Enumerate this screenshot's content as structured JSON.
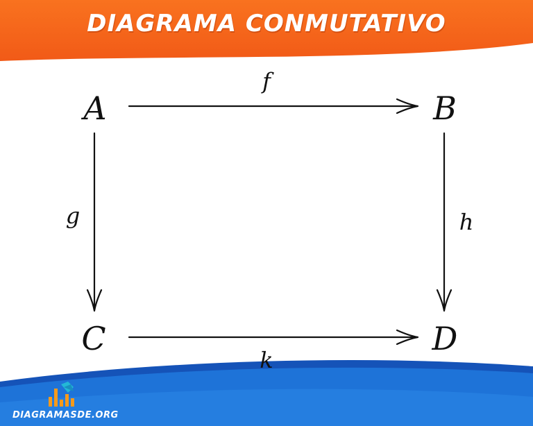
{
  "header": {
    "title": "DIAGRAMA CONMUTATIVO"
  },
  "diagram": {
    "nodes": {
      "a": "A",
      "b": "B",
      "c": "C",
      "d": "D"
    },
    "arrows": {
      "f": "f",
      "g": "g",
      "h": "h",
      "k": "k"
    }
  },
  "footer": {
    "logo_text": "DIAGRAMASDE.ORG",
    "logo_icon": "bar-chart-icon"
  },
  "colors": {
    "header_orange": "#f4661b",
    "footer_blue": "#1e73d8",
    "footer_dark_blue": "#1553b8",
    "logo_orange": "#f59a1c",
    "logo_teal": "#23b8d6"
  }
}
